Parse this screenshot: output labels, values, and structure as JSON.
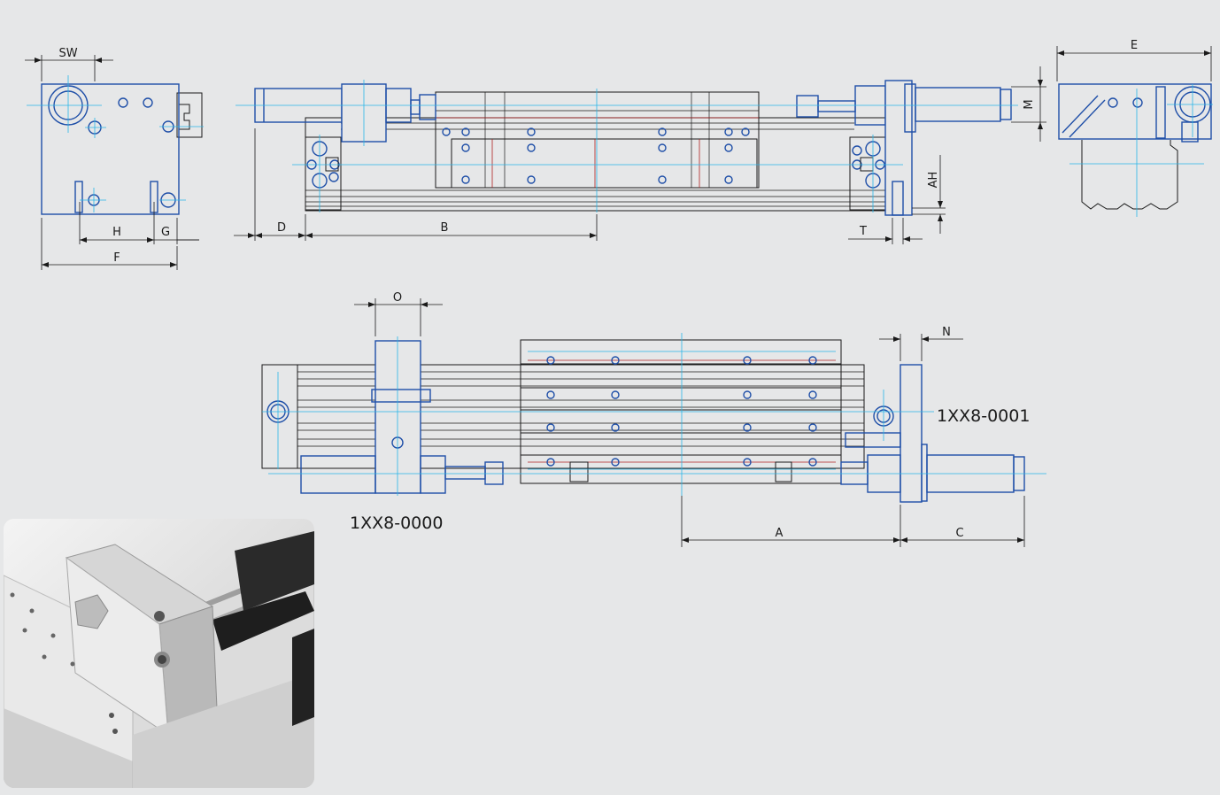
{
  "dimensions": {
    "sw": "SW",
    "h": "H",
    "g": "G",
    "f": "F",
    "d": "D",
    "b": "B",
    "t": "T",
    "ah": "AH",
    "m": "M",
    "e": "E",
    "o": "O",
    "n": "N",
    "a": "A",
    "c": "C"
  },
  "parts": {
    "part_right": "1XX8-0001",
    "part_left": "1XX8-0000"
  },
  "colors": {
    "background": "#e6e7e8",
    "outline": "#1a1a1a",
    "component": "#1f4fa8",
    "centerline": "#29b6e8",
    "hidden": "#b02020"
  }
}
